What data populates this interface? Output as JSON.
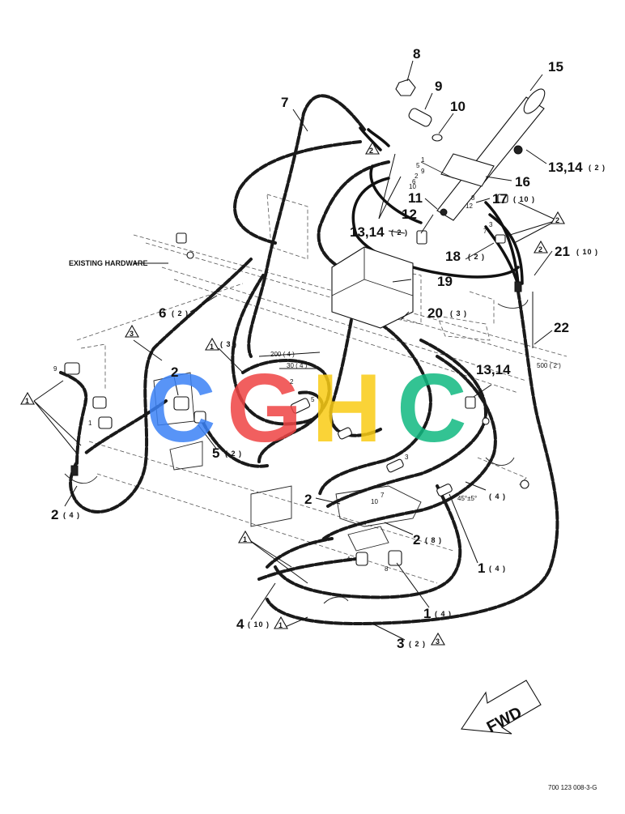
{
  "callouts": {
    "c1": "1",
    "c2": "2",
    "c3": "3",
    "c4": "4",
    "c5": "5",
    "c6": "6",
    "c7": "7",
    "c8": "8",
    "c9": "9",
    "c10": "10",
    "c11": "11",
    "c12": "12",
    "c13_14": "13,14",
    "c15": "15",
    "c16": "16",
    "c17": "17",
    "c18": "18",
    "c19": "19",
    "c20": "20",
    "c21": "21",
    "c22": "22"
  },
  "quantities": {
    "q2": "( 2 )",
    "q3": "( 3 )",
    "q4": "( 4 )",
    "q8": "( 8 )",
    "q10": "( 10 )"
  },
  "notes": {
    "existing_hardware": "EXISTING HARDWARE",
    "dim_200": "200 ( 4 )",
    "dim_30": "30 ( 4 )",
    "dim_500": "500 ( 2 )",
    "angle": "45°±5°",
    "fwd": "FWD",
    "drawing_number": "700 123 008-3-G"
  },
  "port_labels": {
    "p1": "1",
    "p2": "2",
    "p3": "3",
    "p4": "4",
    "p5": "5",
    "p6": "6",
    "p7": "7",
    "p8": "8",
    "p9": "9",
    "p10": "10",
    "p12": "12"
  },
  "watermark": {
    "letters": [
      "C",
      "G",
      "H",
      "C"
    ],
    "colors": [
      "#3b82f6",
      "#ef4444",
      "#facc15",
      "#10b981"
    ]
  }
}
